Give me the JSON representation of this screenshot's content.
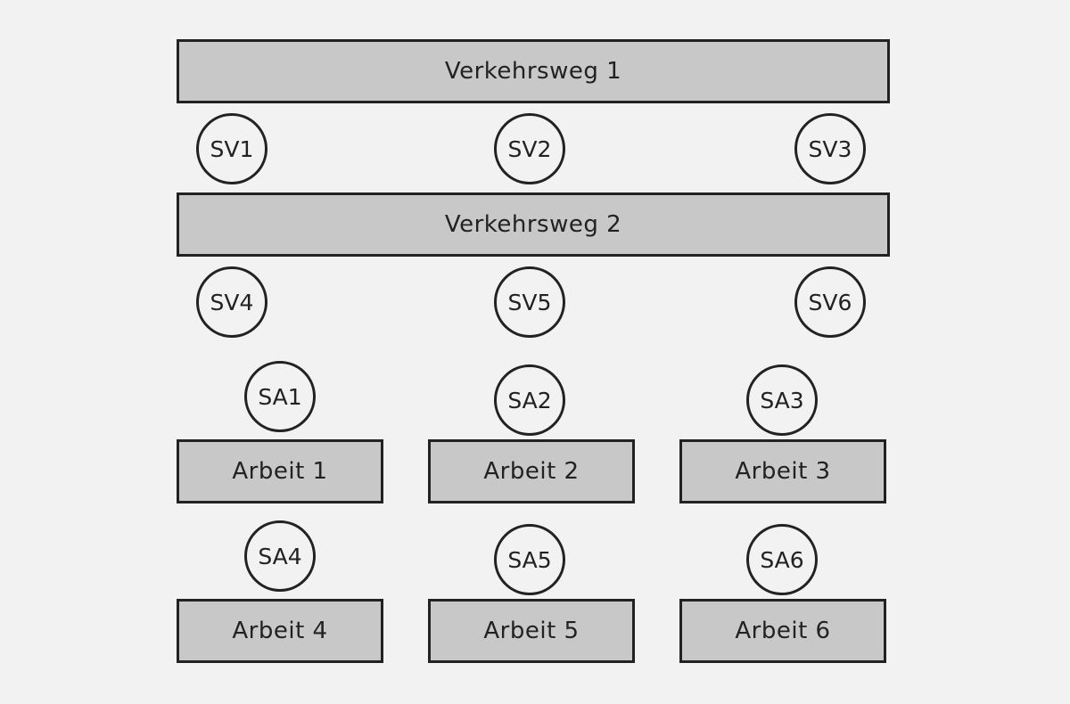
{
  "verkehrswege": [
    "Verkehrsweg 1",
    "Verkehrsweg 2"
  ],
  "sv_nodes": [
    "SV1",
    "SV2",
    "SV3",
    "SV4",
    "SV5",
    "SV6"
  ],
  "sa_nodes": [
    "SA1",
    "SA2",
    "SA3",
    "SA4",
    "SA5",
    "SA6"
  ],
  "arbeiten": [
    "Arbeit 1",
    "Arbeit 2",
    "Arbeit 3",
    "Arbeit 4",
    "Arbeit 5",
    "Arbeit 6"
  ],
  "colors": {
    "background": "#f2f2f2",
    "box_fill": "#c8c8c8",
    "stroke": "#222222"
  }
}
